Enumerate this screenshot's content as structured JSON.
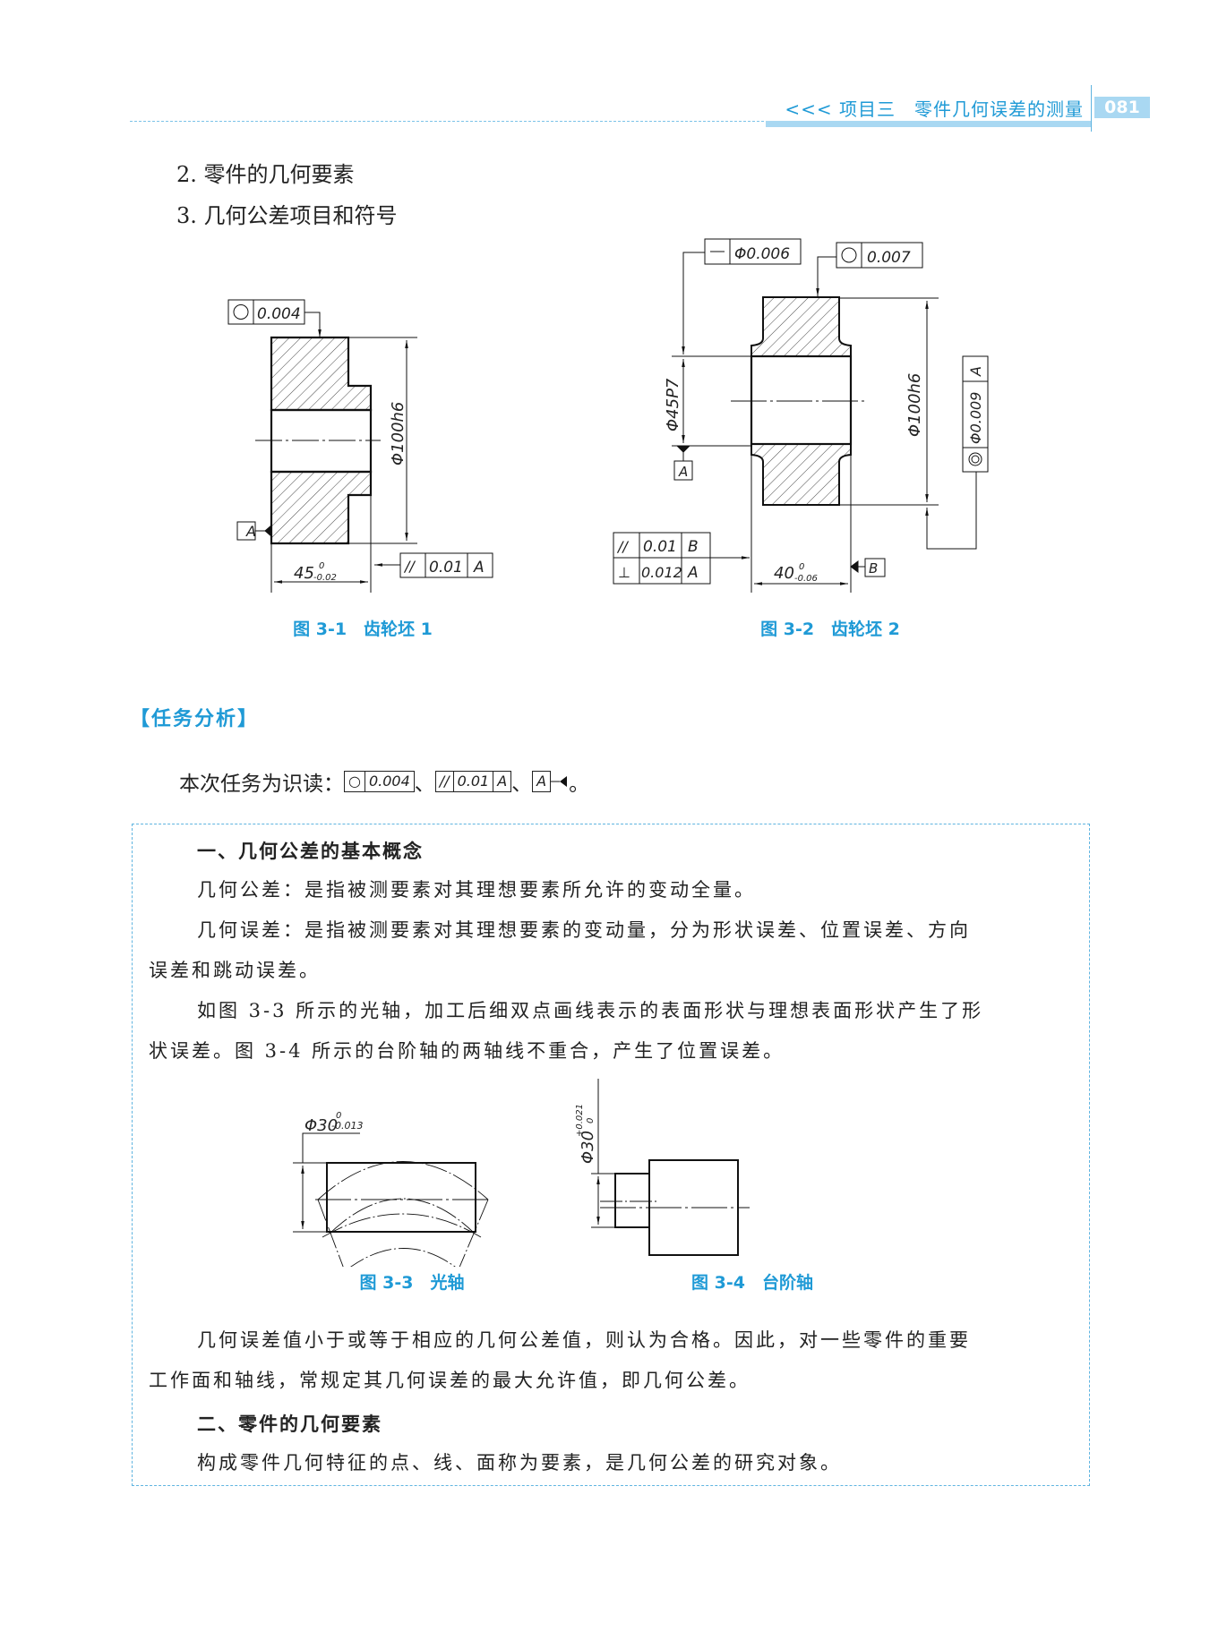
{
  "header": {
    "chapter": "<<< 项目三　零件几何误差的测量",
    "page_number": "081"
  },
  "items": [
    "2. 零件的几何要素",
    "3. 几何公差项目和符号"
  ],
  "figures": {
    "fig1": {
      "caption": "图 3-1　齿轮坯 1",
      "fcf_roundness": {
        "symbol": "○",
        "value": "0.004"
      },
      "diameter": "Φ100h6",
      "datum": "A",
      "length": "45",
      "length_upper": "0",
      "length_lower": "-0.02",
      "fcf_parallel": {
        "symbol": "//",
        "value": "0.01",
        "datum": "A"
      }
    },
    "fig2": {
      "caption": "图 3-2　齿轮坯 2",
      "fcf_straightness": {
        "symbol": "—",
        "value": "Φ0.006"
      },
      "fcf_roundness": {
        "symbol": "○",
        "value": "0.007"
      },
      "bore": "Φ45P7",
      "datum_a": "A",
      "diameter": "Φ100h6",
      "fcf_coaxial": {
        "symbol": "◎",
        "value": "Φ0.009",
        "datum": "A"
      },
      "fcf_parallel": {
        "symbol": "//",
        "value": "0.01",
        "datum": "B"
      },
      "fcf_perp": {
        "symbol": "⊥",
        "value": "0.012",
        "datum": "A"
      },
      "length": "40",
      "length_upper": "0",
      "length_lower": "-0.06",
      "datum_b": "B"
    },
    "fig3": {
      "caption": "图 3-3　光轴",
      "dim": "Φ30",
      "upper": "0",
      "lower": "-0.013"
    },
    "fig4": {
      "caption": "图 3-4　台阶轴",
      "dim": "Φ30",
      "upper": "+0.021",
      "lower": "0"
    }
  },
  "task_analysis": {
    "title": "【任务分析】",
    "intro": "本次任务为识读：",
    "sep": "、",
    "end": "。",
    "fcf1": {
      "symbol": "○",
      "value": "0.004"
    },
    "fcf2": {
      "symbol": "//",
      "value": "0.01",
      "datum": "A"
    },
    "datum": "A"
  },
  "box": {
    "heading1": "一、几何公差的基本概念",
    "p1": "几何公差：是指被测要素对其理想要素所允许的变动全量。",
    "p2a": "几何误差：是指被测要素对其理想要素的变动量，分为形状误差、位置误差、方向",
    "p2b": "误差和跳动误差。",
    "p3a": "如图 3-3 所示的光轴，加工后细双点画线表示的表面形状与理想表面形状产生了形",
    "p3b": "状误差。图 3-4 所示的台阶轴的两轴线不重合，产生了位置误差。",
    "p4a": "几何误差值小于或等于相应的几何公差值，则认为合格。因此，对一些零件的重要",
    "p4b": "工作面和轴线，常规定其几何误差的最大允许值，即几何公差。",
    "heading2": "二、零件的几何要素",
    "p5": "构成零件几何特征的点、线、面称为要素，是几何公差的研究对象。"
  },
  "colors": {
    "accent": "#1f9ad6",
    "accent_light": "#a9d8f2"
  }
}
